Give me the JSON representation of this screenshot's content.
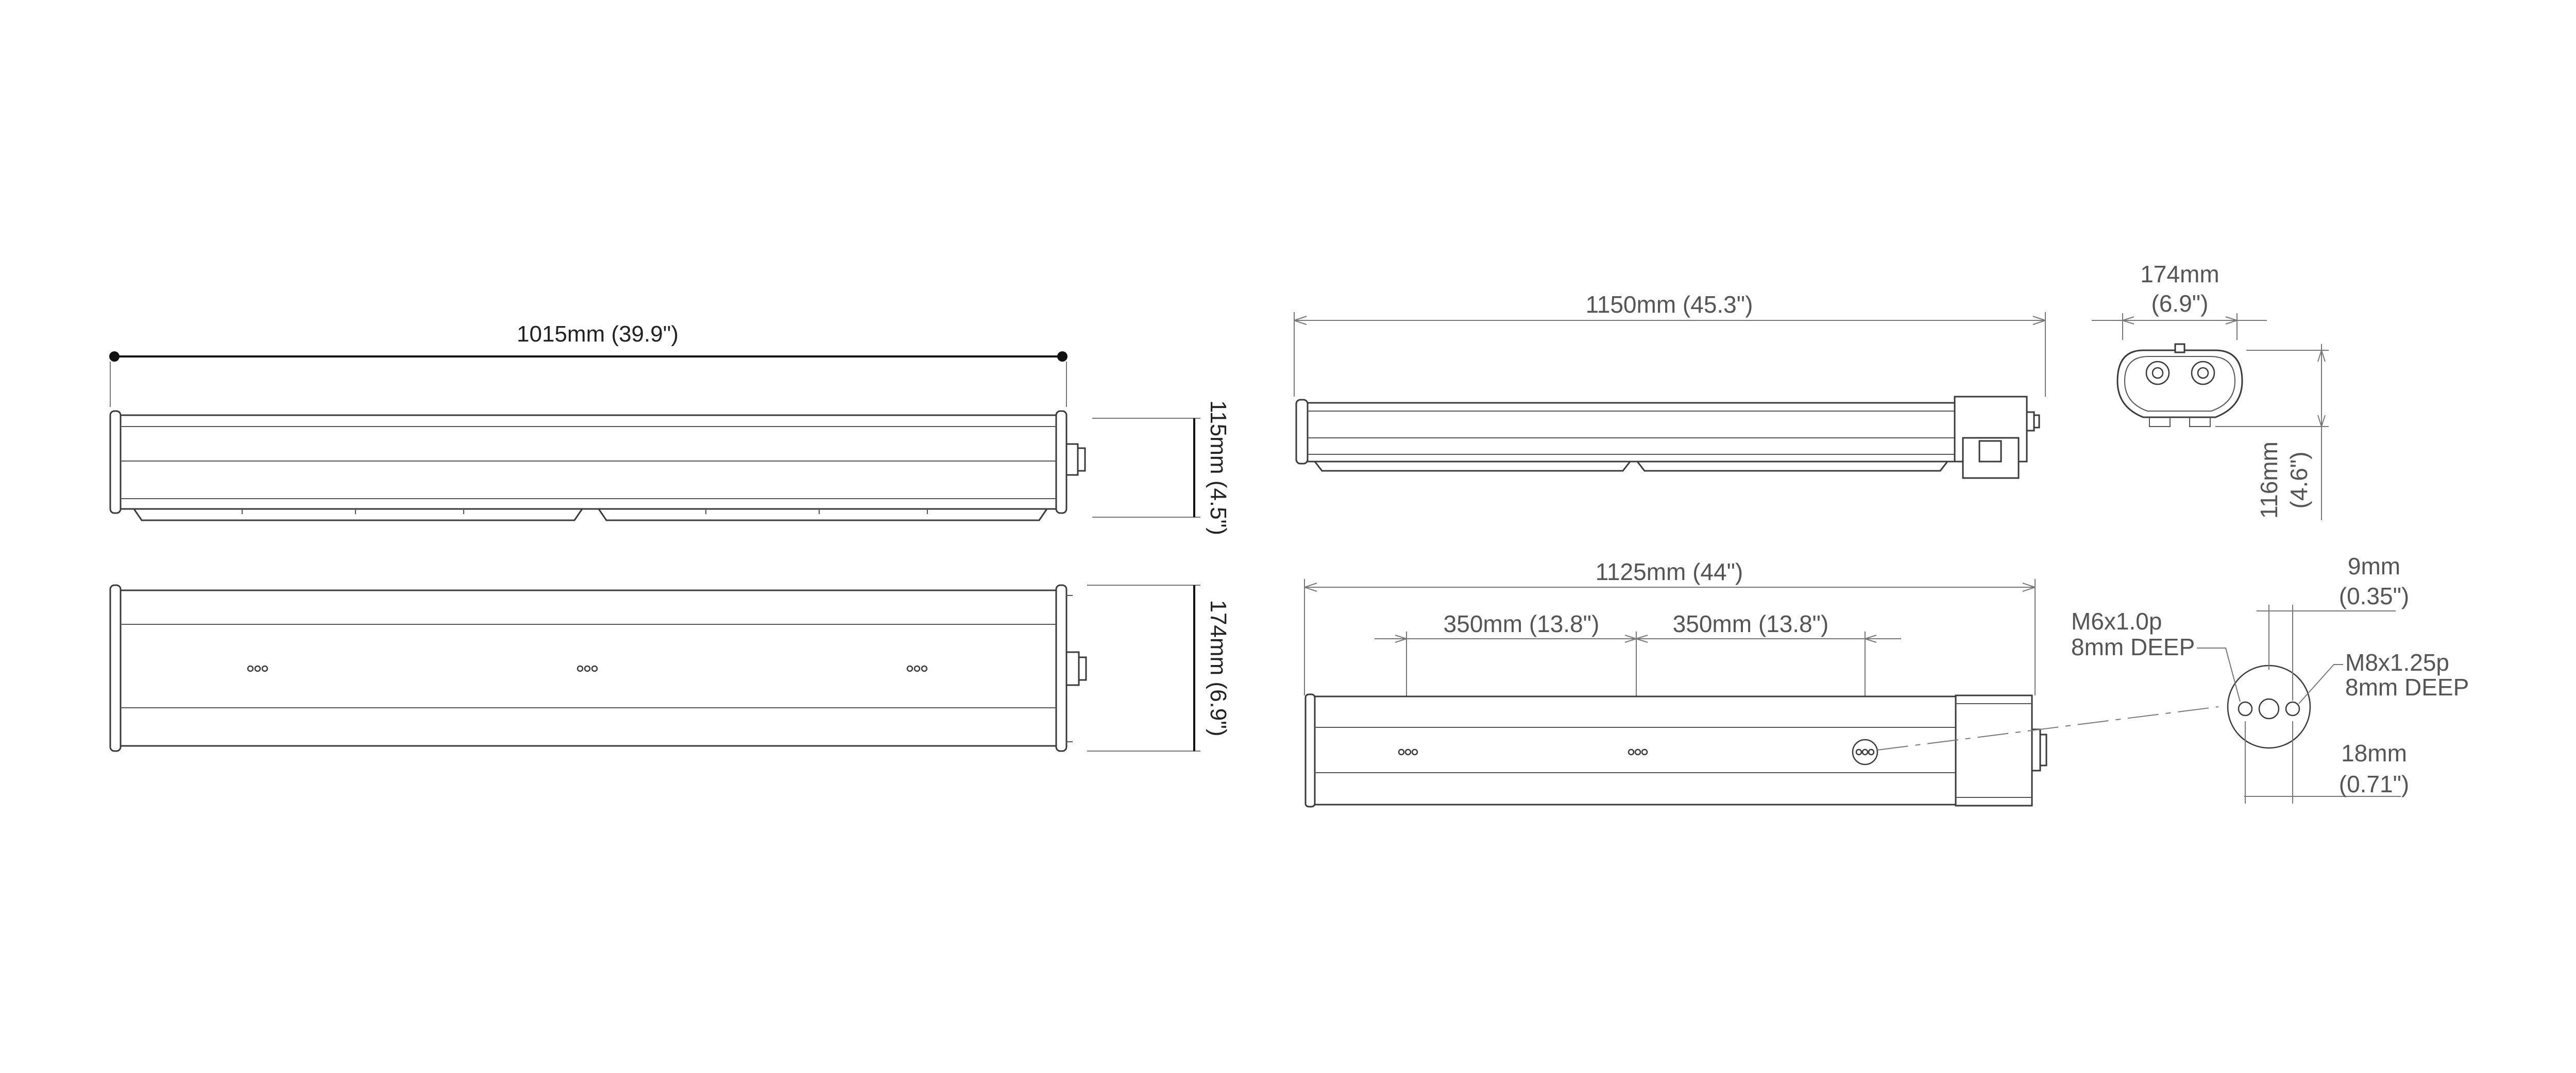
{
  "labels": {
    "left_length": "1015mm (39.9\")",
    "left_height": "115mm (4.5\")",
    "left_width": "174mm (6.9\")",
    "side_length": "1150mm (45.3\")",
    "end_width_1": "174mm",
    "end_width_2": "(6.9\")",
    "end_height_1": "116mm",
    "end_height_2": "(4.6\")",
    "bottom_length": "1125mm (44\")",
    "spacing_1": "350mm (13.8\")",
    "spacing_2": "350mm (13.8\")",
    "m6_1": "M6x1.0p",
    "m6_2": "8mm DEEP",
    "m8_1": "M8x1.25p",
    "m8_2": "8mm DEEP",
    "gap_1": "9mm",
    "gap_2": "(0.35\")",
    "span_1": "18mm",
    "span_2": "(0.71\")"
  }
}
